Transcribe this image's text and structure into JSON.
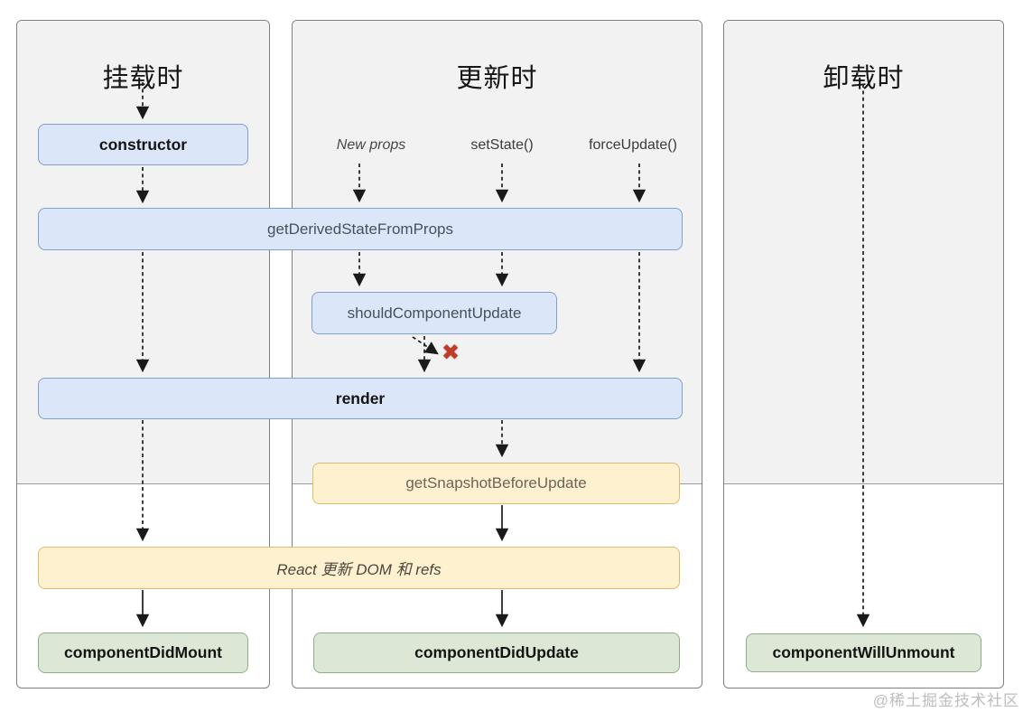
{
  "diagram": {
    "columns": [
      {
        "title": "挂载时"
      },
      {
        "title": "更新时"
      },
      {
        "title": "卸载时"
      }
    ],
    "triggers": [
      {
        "label": "New props"
      },
      {
        "label": "setState()"
      },
      {
        "label": "forceUpdate()"
      }
    ],
    "boxes": {
      "constructor": "constructor",
      "get_derived_state_from_props": "getDerivedStateFromProps",
      "should_component_update": "shouldComponentUpdate",
      "render": "render",
      "get_snapshot_before_update": "getSnapshotBeforeUpdate",
      "react_updates_dom": "React 更新 DOM 和 refs",
      "component_did_mount": "componentDidMount",
      "component_did_update": "componentDidUpdate",
      "component_will_unmount": "componentWillUnmount"
    },
    "annotations": {
      "skip_render_cross": "✖"
    },
    "watermark": "@稀土掘金技术社区",
    "colors": {
      "blue_fill": "#dbe7f8",
      "blue_border": "#7da0cd",
      "yellow_fill": "#fdf1cf",
      "yellow_border": "#dcbc6a",
      "green_fill": "#dce8d5",
      "green_border": "#93ad89",
      "phase_top_fill": "#f2f2f3",
      "column_border": "#808080",
      "cross_red": "#c13b27",
      "arrow": "#1a1a1a"
    }
  }
}
